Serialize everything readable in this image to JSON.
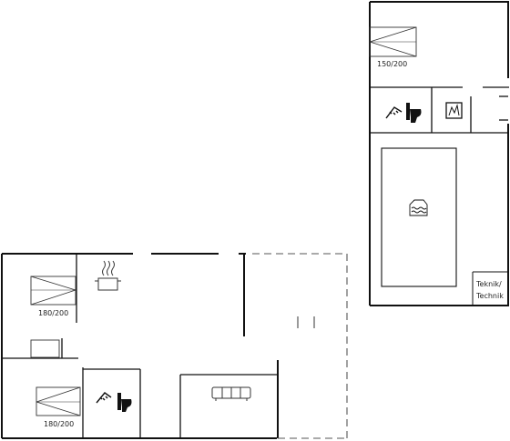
{
  "floorplan": {
    "bed_labels": {
      "upper_bedroom": "150/200",
      "lower_left_bedroom_top": "180/200",
      "lower_left_bedroom_bottom": "180/200"
    },
    "technical_room": {
      "line1": "Teknik/",
      "line2": "Technik"
    },
    "icons": [
      "bed-icon",
      "shower-icon",
      "toilet-icon",
      "washing-machine-icon",
      "pool-icon",
      "cooking-pot-icon",
      "sofa-icon"
    ],
    "colors": {
      "wall": "#111111",
      "fixture": "#333333",
      "dashed": "#555555",
      "background": "#ffffff"
    }
  }
}
